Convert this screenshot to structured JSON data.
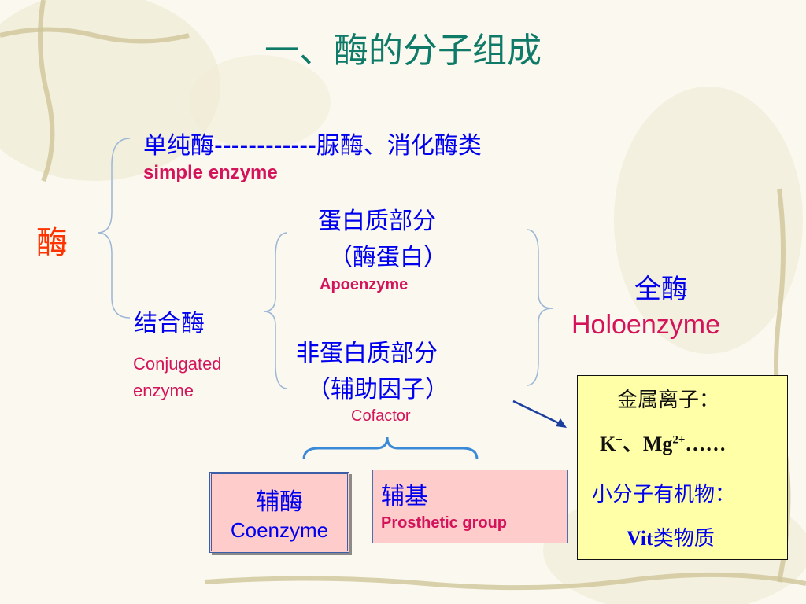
{
  "title": "一、酶的分子组成",
  "enzyme_label": "酶",
  "simple": {
    "cn": "单纯酶------------脲酶、消化酶类",
    "en": "simple enzyme"
  },
  "conjugated": {
    "cn": "结合酶",
    "en_line1": "Conjugated",
    "en_line2": "enzyme"
  },
  "protein_part": {
    "line1": "蛋白质部分",
    "line2": "（酶蛋白）",
    "en": "Apoenzyme"
  },
  "nonprotein_part": {
    "line1": "非蛋白质部分",
    "line2": "（辅助因子）",
    "en": "Cofactor"
  },
  "holoenzyme": {
    "cn": "全酶",
    "en": "Holoenzyme"
  },
  "coenzyme": {
    "cn": "辅酶",
    "en": "Coenzyme"
  },
  "prosthetic": {
    "cn": "辅基",
    "en": "Prosthetic group"
  },
  "metal_box": {
    "line1": "金属离子：",
    "k": "K",
    "k_sup": "+",
    "sep": "、",
    "mg": "Mg",
    "mg_sup": "2+",
    "ellipsis": "……",
    "line3": "小分子有机物：",
    "vit": "Vit",
    "vit_rest": "类物质"
  },
  "colors": {
    "title": "#0f7a68",
    "blue_text": "#0000ee",
    "red_text": "#d4145a",
    "orange_text": "#ff3300",
    "bracket_line": "#9bb6d6",
    "cofactor_brace": "#3a8ad8",
    "pink_box": "#ffcccc",
    "yellow_box": "#ffffa8"
  },
  "icons": {
    "background": "vine-decoration",
    "arrow": "arrow-down-right-icon"
  }
}
